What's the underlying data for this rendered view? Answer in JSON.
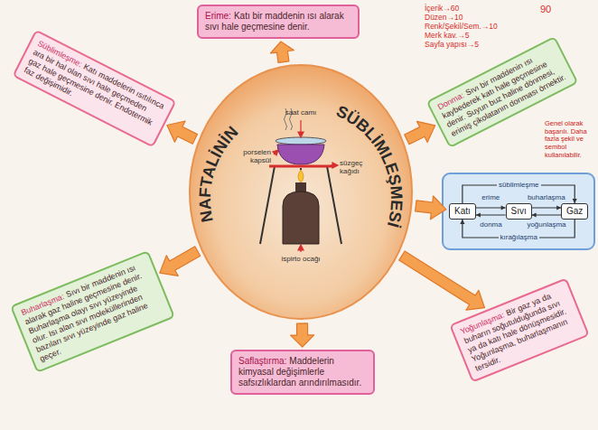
{
  "diagram": {
    "nodes": [
      {
        "text": [
          "NAFTALİNİN",
          "SÜBLİMLEŞMESİ"
        ]
      },
      {
        "text": [
          "Erime:",
          "Katı bir maddenin ısı alarak sıvı hale geçmesine denir."
        ]
      },
      {
        "text": [
          "Süblimleşme:",
          "Katı maddelerin ısıtılınca ara bir hal olan sıvı hale geçmeden gaz hale geçmesine denir. Endotermik faz değişimidir."
        ]
      },
      {
        "text": [
          "Donma:",
          "Sıvı bir maddenin ısı kaybederek katı hale geçmesine denir. Suyun buz haline dönmesi, erimiş çikolatanın donması örnektir."
        ]
      },
      {
        "text": [
          "Katı"
        ]
      },
      {
        "text": [
          "Sıvı"
        ]
      },
      {
        "text": [
          "Gaz"
        ]
      },
      {
        "text": [
          "Yoğunlaşma:",
          "Bir gaz ya da buharın soğutulduğunda sıvı ya da katı hale dönüşmesidir. Yoğunlaşma, buharlaşmanın tersidir."
        ]
      },
      {
        "text": [
          "Saflaştırma:",
          "Maddelerin kimyasal değişimlerle safsızlıklardan arındırılmasıdır."
        ]
      },
      {
        "text": [
          "Buharlaşma:",
          "Sıvı bir maddenin ısı alarak gaz haline geçmesine denir. Buharlaşma olayı sıvı yüzeyinde olur. Isı alan sıvı moleküllerinden bazıları sıvı yüzeyinde gaz haline geçer."
        ]
      }
    ],
    "edges": [
      {
        "from": 0,
        "to": 1,
        "arrow": "to"
      },
      {
        "from": 0,
        "to": 2,
        "arrow": "to"
      },
      {
        "from": 0,
        "to": 3,
        "arrow": "to"
      },
      {
        "from": 0,
        "to": 4,
        "arrow": "to"
      },
      {
        "from": 0,
        "to": 7,
        "arrow": "to"
      },
      {
        "from": 0,
        "to": 8,
        "arrow": "to"
      },
      {
        "from": 0,
        "to": 9,
        "arrow": "to"
      },
      {
        "from": 4,
        "to": 5,
        "label": "erime",
        "arrow": "to"
      },
      {
        "from": 5,
        "to": 6,
        "label": "buharlaşma",
        "arrow": "to"
      },
      {
        "from": 5,
        "to": 4,
        "label": "donma",
        "arrow": "to"
      },
      {
        "from": 6,
        "to": 5,
        "label": "yoğunlaşma",
        "arrow": "to"
      },
      {
        "from": 4,
        "to": 6,
        "label": "süblimleşme",
        "arrow": "to"
      },
      {
        "from": 6,
        "to": 4,
        "label": "kırağılaşma",
        "arrow": "to"
      }
    ],
    "labels": [
      "saat camı",
      "porselen kapsül",
      "süzgeç kağıdı",
      "ispirto ocağı",
      "İçerik→60",
      "Düzen→10",
      "Renk/Şekil/Sem.→10",
      "Merk kav.→5",
      "Sayfa yapısı→5",
      "90",
      "Genel olarak başarılı. Daha fazla şekil ve sembol kullanılabilir."
    ]
  }
}
